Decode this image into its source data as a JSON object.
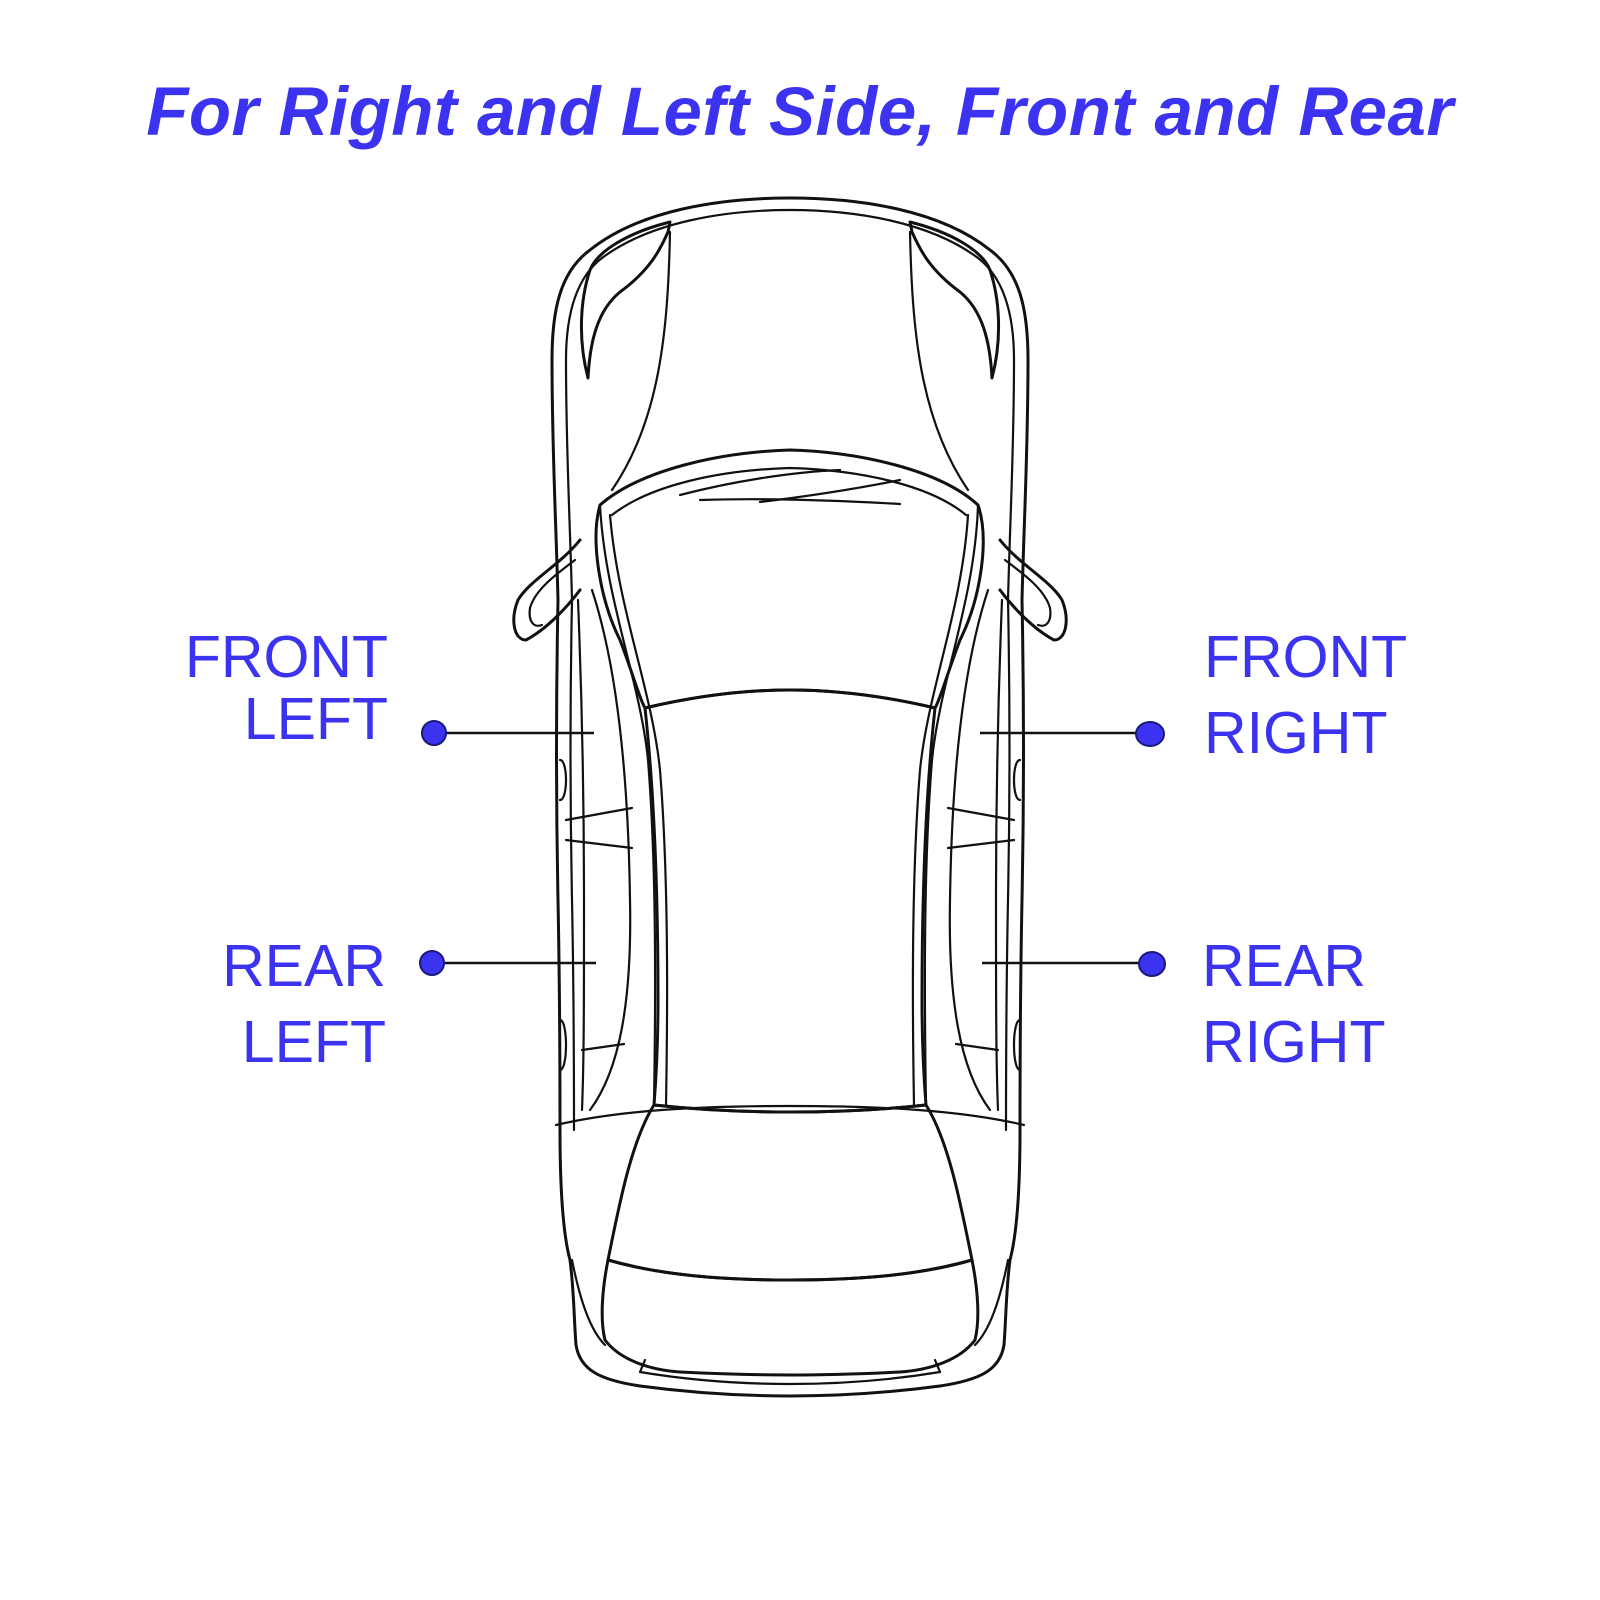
{
  "title": "For Right and Left Side, Front and Rear",
  "labels": {
    "front_left": {
      "line1": "FRONT",
      "line2": "LEFT"
    },
    "front_right": {
      "line1": "FRONT",
      "line2": "RIGHT"
    },
    "rear_left": {
      "line1": "REAR",
      "line2": "LEFT"
    },
    "rear_right": {
      "line1": "REAR",
      "line2": "RIGHT"
    }
  },
  "colors": {
    "text": "#3b33f0",
    "marker": "#3b33f0",
    "outline": "#111111"
  }
}
